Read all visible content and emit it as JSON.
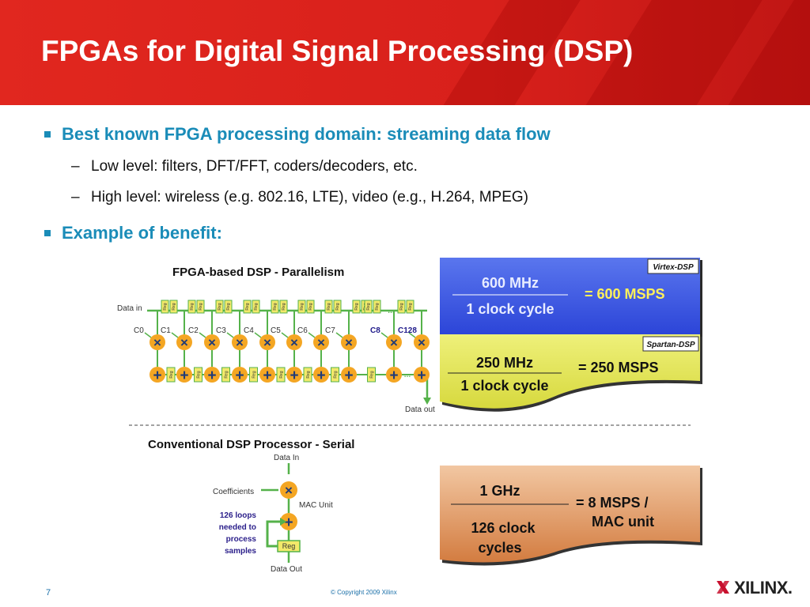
{
  "slide": {
    "title": "FPGAs for Digital Signal Processing (DSP)",
    "page_number": "7",
    "copyright": "© Copyright 2009 Xilinx",
    "logo_text": "XILINX."
  },
  "bullets": [
    {
      "level": 1,
      "text": "Best known FPGA processing domain: streaming data flow"
    },
    {
      "level": 2,
      "text": "Low level:  filters, DFT/FFT, coders/decoders, etc."
    },
    {
      "level": 2,
      "text": "High level:  wireless (e.g. 802.16, LTE), video (e.g., H.264, MPEG)"
    },
    {
      "level": 1,
      "text": "Example of benefit:"
    }
  ],
  "parallel": {
    "title": "FPGA-based DSP - Parallelism",
    "data_in": "Data in",
    "data_out": "Data out",
    "reg_label": "Reg",
    "coefficients": [
      "C0",
      "C1",
      "C2",
      "C3",
      "C4",
      "C5",
      "C6",
      "C7",
      "C8",
      "C128"
    ],
    "multiply_symbol": "×",
    "add_symbol": "+"
  },
  "serial": {
    "title": "Conventional DSP Processor - Serial",
    "data_in": "Data In",
    "coefficients": "Coefficients",
    "mac_unit": "MAC Unit",
    "loops_note": [
      "126 loops",
      "needed to",
      "process",
      "samples"
    ],
    "reg_label": "Reg",
    "data_out": "Data Out"
  },
  "boxes": {
    "virtex": {
      "tag": "Virtex-DSP",
      "numerator": "600 MHz",
      "denominator": "1 clock cycle",
      "result": "=  600 MSPS"
    },
    "spartan": {
      "tag": "Spartan-DSP",
      "numerator": "250 MHz",
      "denominator": "1 clock cycle",
      "result": "=  250 MSPS"
    },
    "conventional": {
      "numerator": "1 GHz",
      "denominator": [
        "126 clock",
        "cycles"
      ],
      "result": [
        "=  8 MSPS /",
        "MAC unit"
      ]
    }
  },
  "colors": {
    "header_red": "#e1271f",
    "bullet_blue": "#1a8cb8",
    "virtex_blue": "#3552e0",
    "spartan_yellow": "#e1e350",
    "conventional_orange": "#d98a50",
    "node_orange": "#f4a623",
    "wire_green": "#55b24a"
  }
}
